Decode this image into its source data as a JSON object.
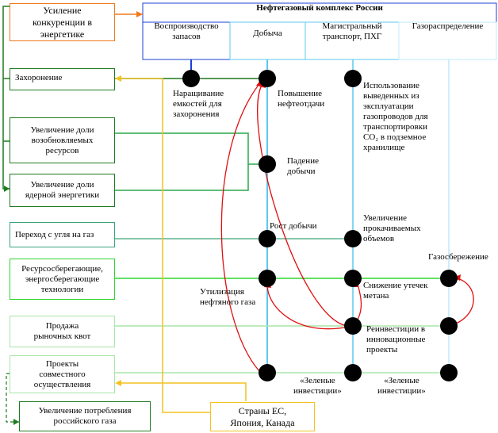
{
  "header": {
    "title": "Нефтегазовый комплекс России",
    "columns": [
      "Воспроизводство\nзапасов",
      "Добыча",
      "Магистральный\nтранспорт, ПХГ",
      "Газораспределение"
    ]
  },
  "factors": [
    "Усиление\nконкуренции в\nэнергетике",
    "Захоронение",
    "Увеличение доли\nвозобновляемых\nресурсов",
    "Увеличение доли\nядерной энергетики",
    "Переход с угля на газ",
    "Ресурсосберегающие,\nэнергосберегающие\nтехнологии",
    "Продажа\nрыночных квот",
    "Проекты\nсовместного\nосуществления",
    "Увеличение потребления\nроссийского газа"
  ],
  "partners": "Страны ЕС,\nЯпония, Канада",
  "labels": {
    "nakop": "Наращивание\nемкостей для\nзахоронения",
    "povysh": "Повышение\nнефтеотдачи",
    "ispolz": "Использование\nвыведенных из\nэксплуатации\nгазопроводов для\nтранспортировки\nCO₂ в подземное\nхранилище",
    "padenie": "Падение\nдобычи",
    "rost": "Рост добычи",
    "uvelich": "Увеличение\nпрокачиваемых\nобъемов",
    "gazosber": "Газосбережение",
    "utiliz": "Утилизация\nнефтяного газа",
    "snizh": "Снижение утечек\nметана",
    "reinvest": "Реинвестиции в\nинновационные\nпроекты",
    "zel1": "«Зеленые\nинвестиции»",
    "zel2": "«Зеленые\nинвестиции»"
  },
  "colors": {
    "orange": "#f07a1e",
    "dark_green": "#1f7a1f",
    "mid_green": "#2aa84a",
    "bright_green": "#2fd62f",
    "light_green": "#a8e6a8",
    "sea_green": "#3aa37a",
    "blue": "#1b3fd6",
    "cyan": "#5cc8f0",
    "light_cyan": "#bfe8f8",
    "red": "#e01010",
    "yellow": "#f4c220"
  }
}
